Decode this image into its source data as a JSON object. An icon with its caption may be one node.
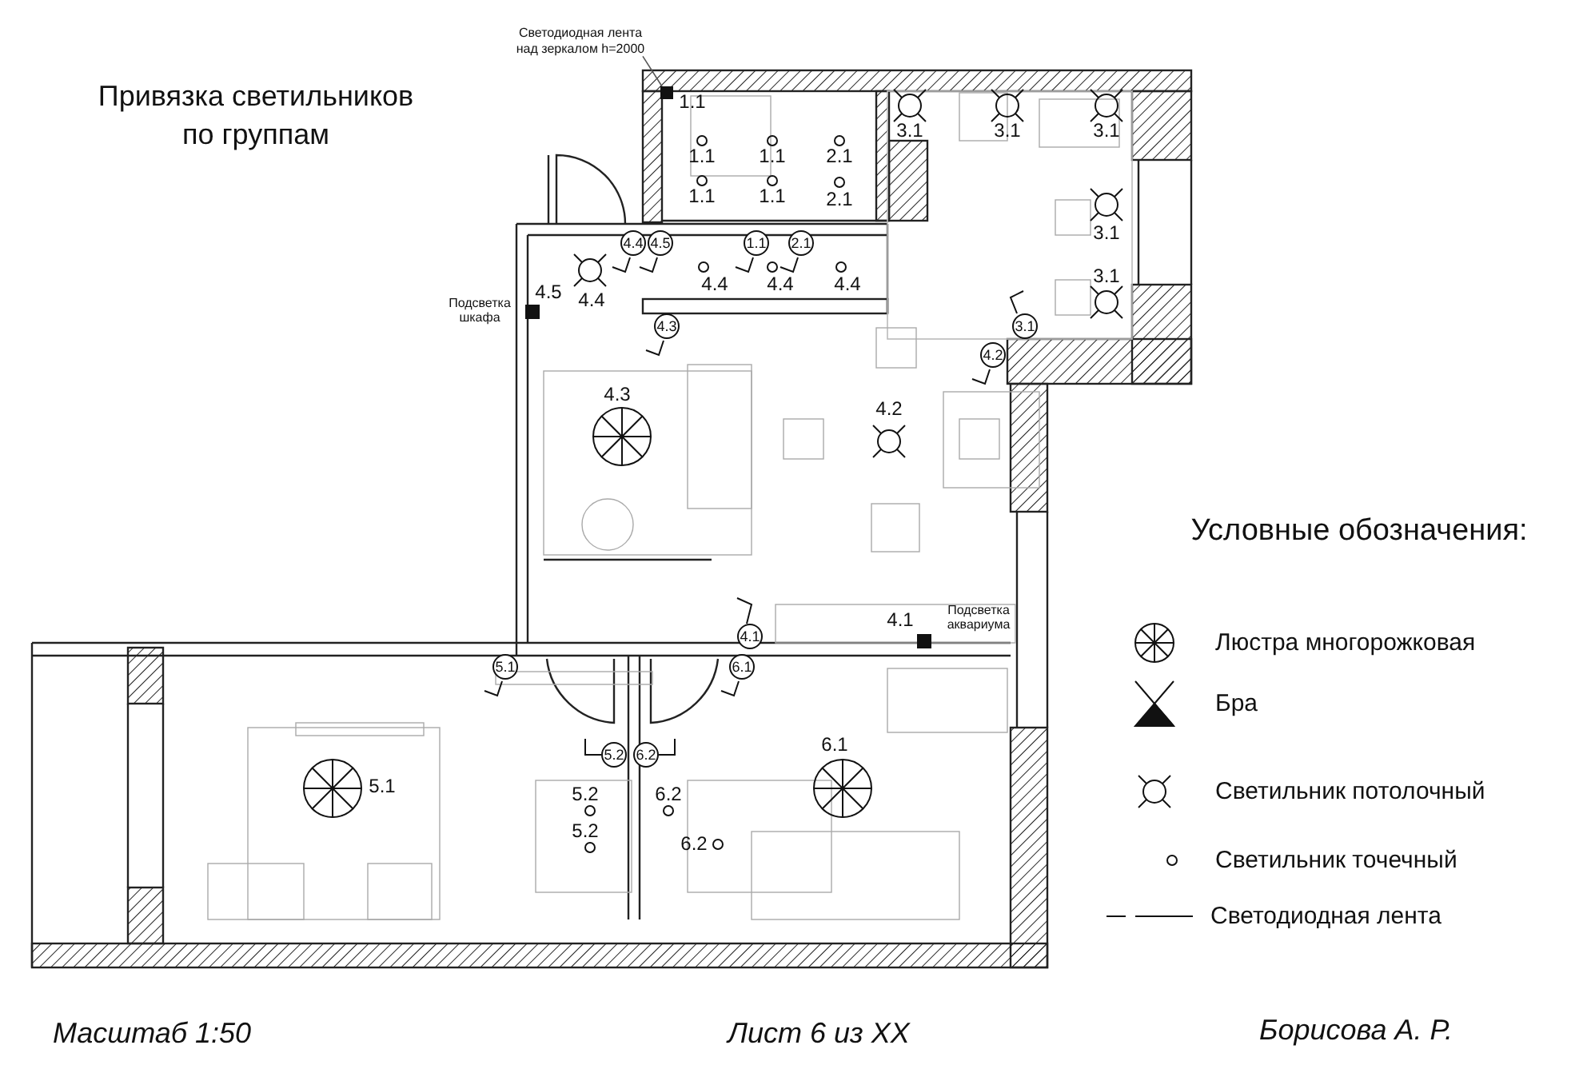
{
  "diagram": {
    "title": "Привязка светильников по группам",
    "nodes": [
      {
        "text": [
          "Светодиодная лента над зеркалом h=2000"
        ]
      },
      {
        "text": [],
        "shape": "box"
      }
    ],
    "edges": [
      {
        "from": 0,
        "to": 1,
        "arrow": "none"
      }
    ],
    "labels": [
      "1.1",
      "3.1",
      "3.1",
      "3.1",
      "1.1",
      "1.1",
      "2.1",
      "1.1",
      "1.1",
      "2.1",
      "3.1",
      "4.4",
      "4.5",
      "1.1",
      "2.1",
      "3.1",
      "4.5",
      "4.4",
      "4.4",
      "4.4",
      "4.4",
      "Подсветка шкафа",
      "4.3",
      "3.1",
      "4.2",
      "4.3",
      "4.2",
      "Условные обозначения:",
      "4.1",
      "Подсветка аквариума",
      "4.1",
      "5.1",
      "6.1",
      "6.1",
      "5.2",
      "6.2",
      "5.1",
      "5.2",
      "6.2",
      "5.2",
      "6.2",
      "Масштаб 1:50",
      "Лист 6 из XX",
      "Борисова А. Р."
    ],
    "legend": [
      {
        "text": "Люстра многорожковая"
      },
      {
        "text": "Бра"
      },
      {
        "text": "Светильник потолочный"
      },
      {
        "text": "Светильник точечный"
      },
      {
        "text": "Светодиодная лента"
      }
    ]
  }
}
